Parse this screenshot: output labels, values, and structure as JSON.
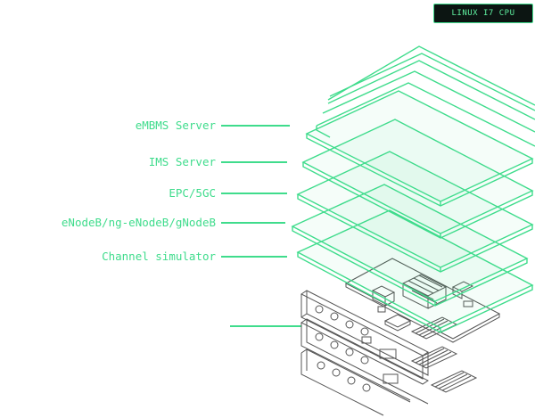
{
  "badge": {
    "label": "LINUX I7 CPU"
  },
  "layers": [
    {
      "label": "eMBMS Server"
    },
    {
      "label": "IMS Server"
    },
    {
      "label": "EPC/5GC"
    },
    {
      "label": "eNodeB/ng-eNodeB/gNodeB"
    },
    {
      "label": "Channel simulator"
    }
  ],
  "colors": {
    "accent": "#3fdc8c",
    "hardware_line": "#555555",
    "badge_bg": "#0c1512"
  }
}
